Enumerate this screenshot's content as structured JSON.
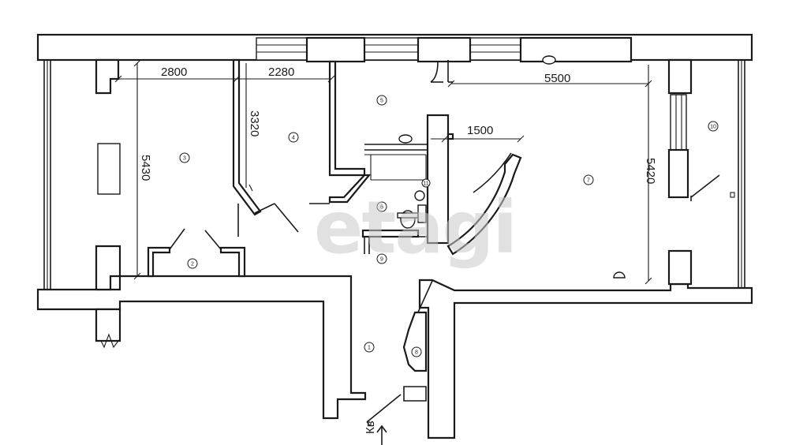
{
  "dimensions": [
    "2800",
    "2280",
    "5500",
    "3320",
    "5430",
    "1500",
    "5420"
  ],
  "room_numbers": [
    "1",
    "2",
    "3",
    "4",
    "5",
    "6",
    "7",
    "8",
    "9",
    "10",
    "11"
  ],
  "watermark": "etagi",
  "stair_label": "Кв"
}
